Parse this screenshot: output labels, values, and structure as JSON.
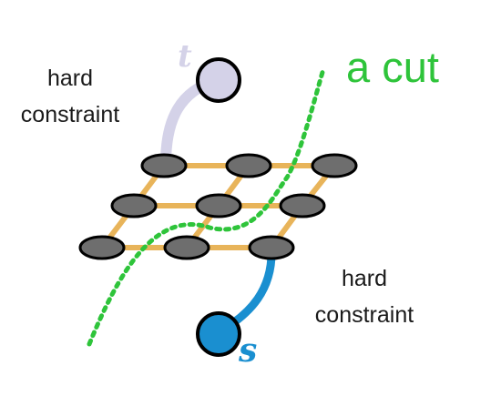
{
  "labels": {
    "hard_constraint_top": "hard\nconstraint",
    "hard_constraint_bottom": "hard\nconstraint",
    "cut": "a cut",
    "sink": "t",
    "source": "s"
  },
  "colors": {
    "grid_edge": "#e8b45a",
    "node_fill": "#6e6e6e",
    "node_stroke": "#000000",
    "cut_line": "#2ec43a",
    "source": "#1a8fd0",
    "sink": "#d4d2e8",
    "text": "#1a1a1a"
  },
  "grid": {
    "rows": 3,
    "cols": 3
  }
}
